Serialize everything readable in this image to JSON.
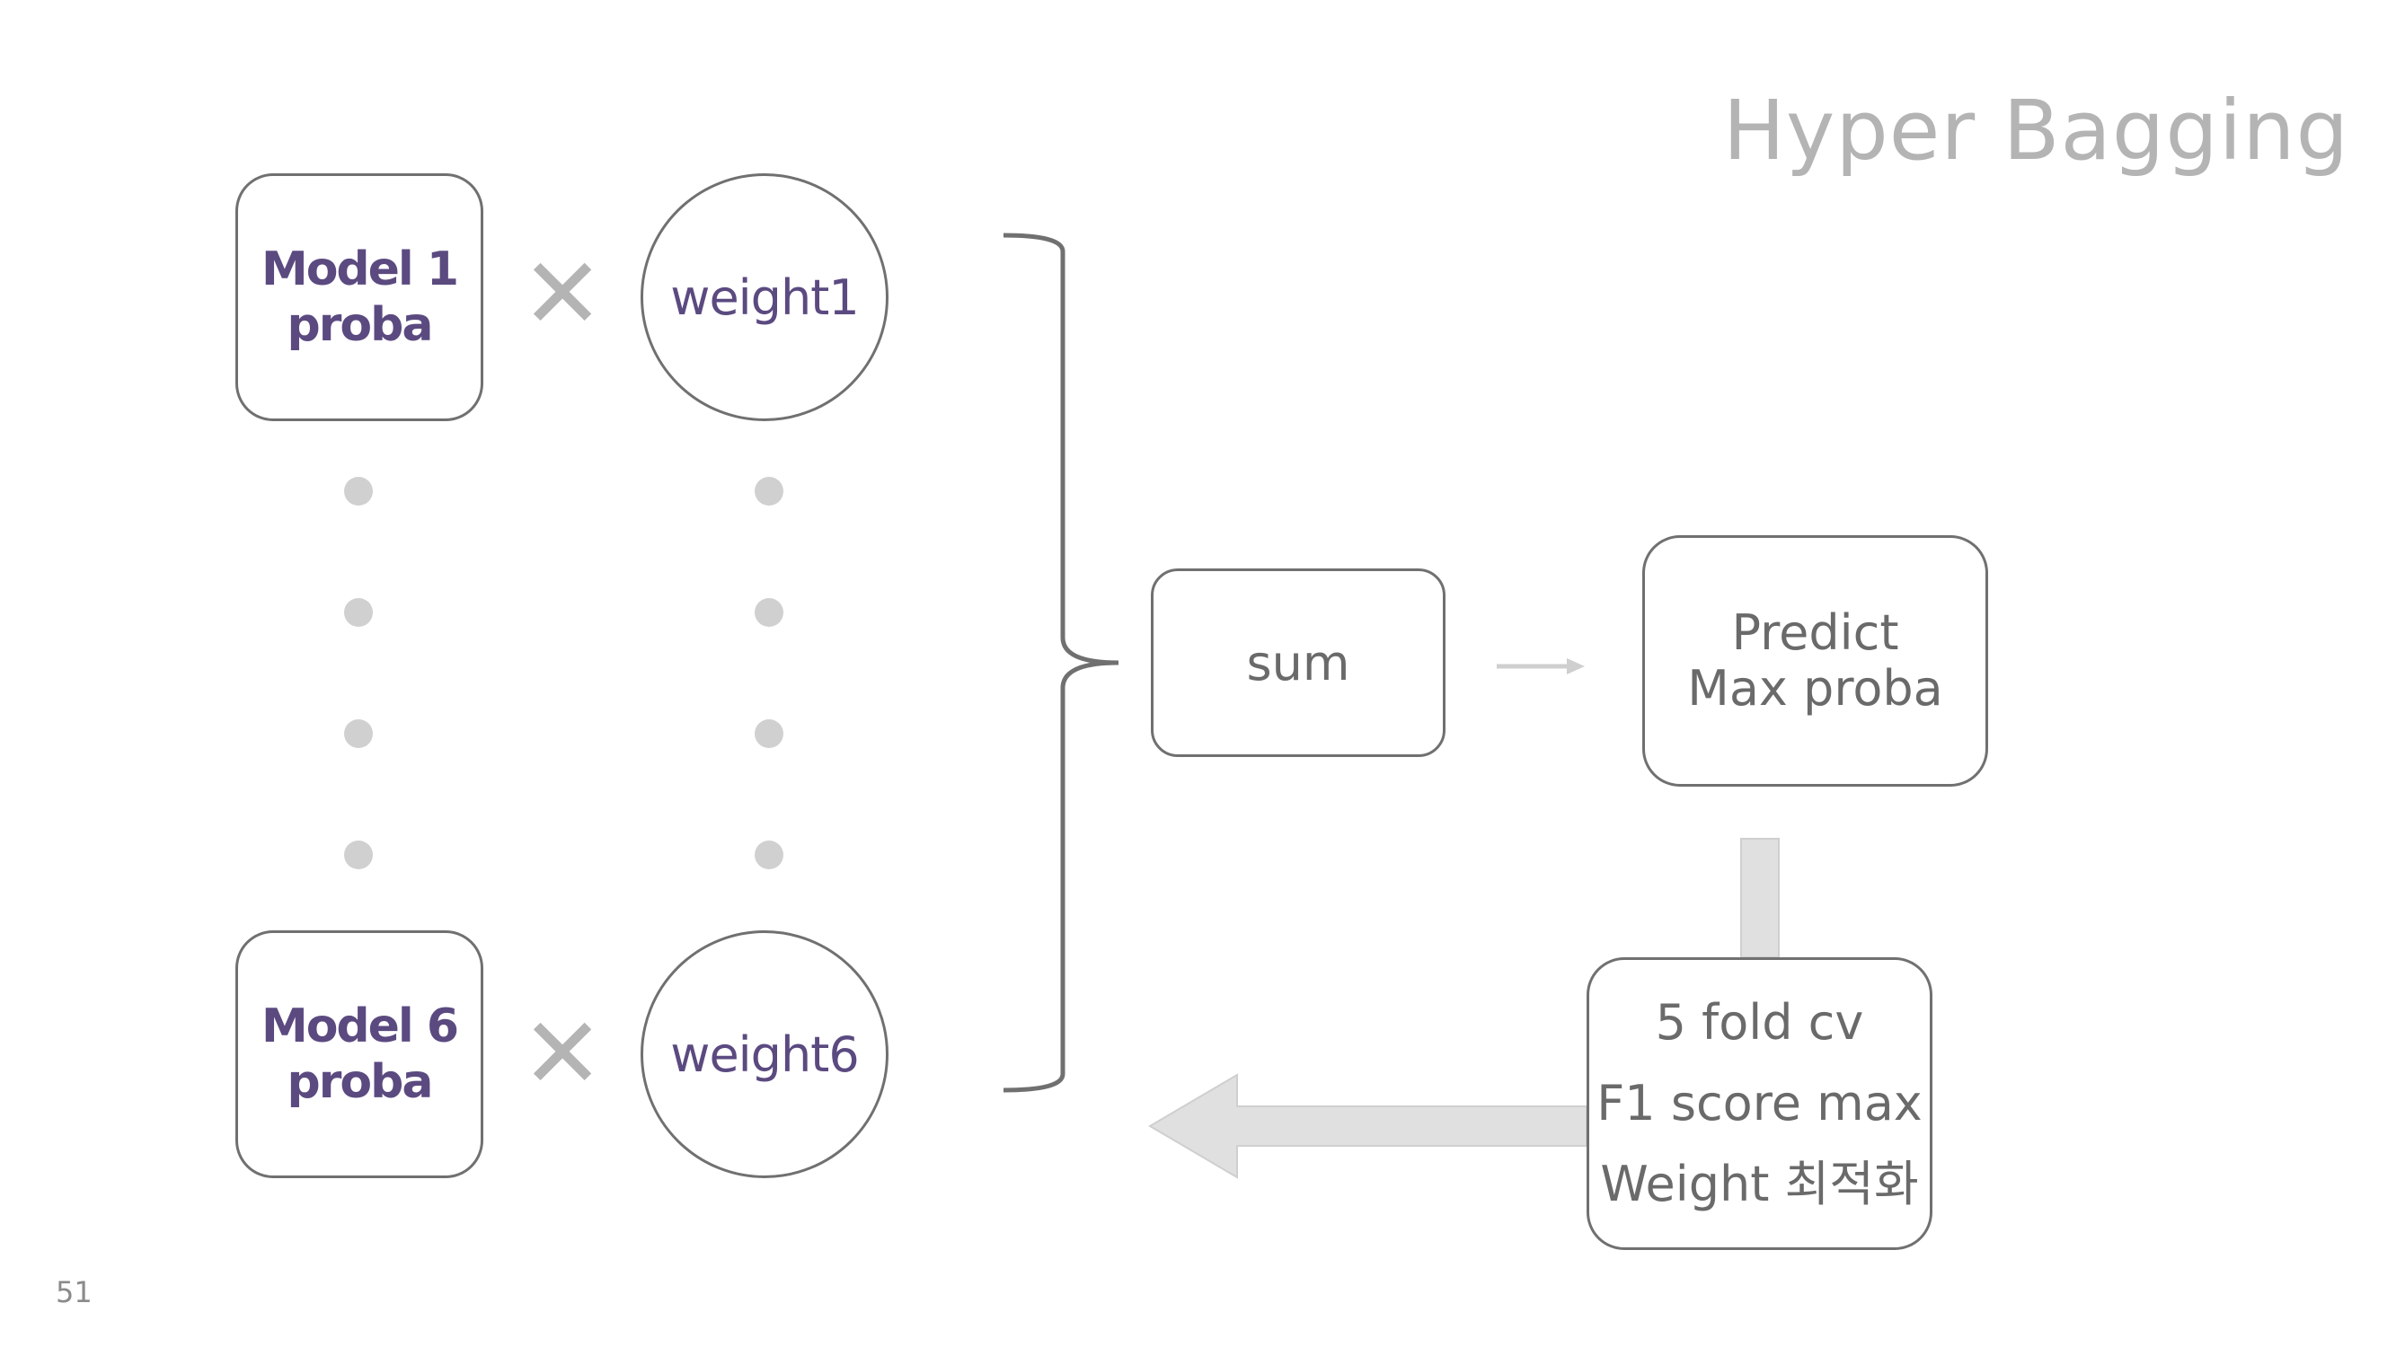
{
  "title": "Hyper Bagging",
  "page_number": "51",
  "model_top": {
    "line1": "Model 1",
    "line2": "proba"
  },
  "model_bottom": {
    "line1": "Model 6",
    "line2": "proba"
  },
  "weight_top": "weight1",
  "weight_bottom": "weight6",
  "multiply_symbol": "✕",
  "sum_label": "sum",
  "predict": {
    "line1": "Predict",
    "line2": "Max proba"
  },
  "cv_box": {
    "line1": "5 fold cv",
    "line2": "F1 score max",
    "line3": "Weight 최적화"
  },
  "colors": {
    "accent_text": "#5b4a80",
    "border": "#707070",
    "muted": "#b4b4b4",
    "arrow_fill": "#e0e0e0"
  }
}
